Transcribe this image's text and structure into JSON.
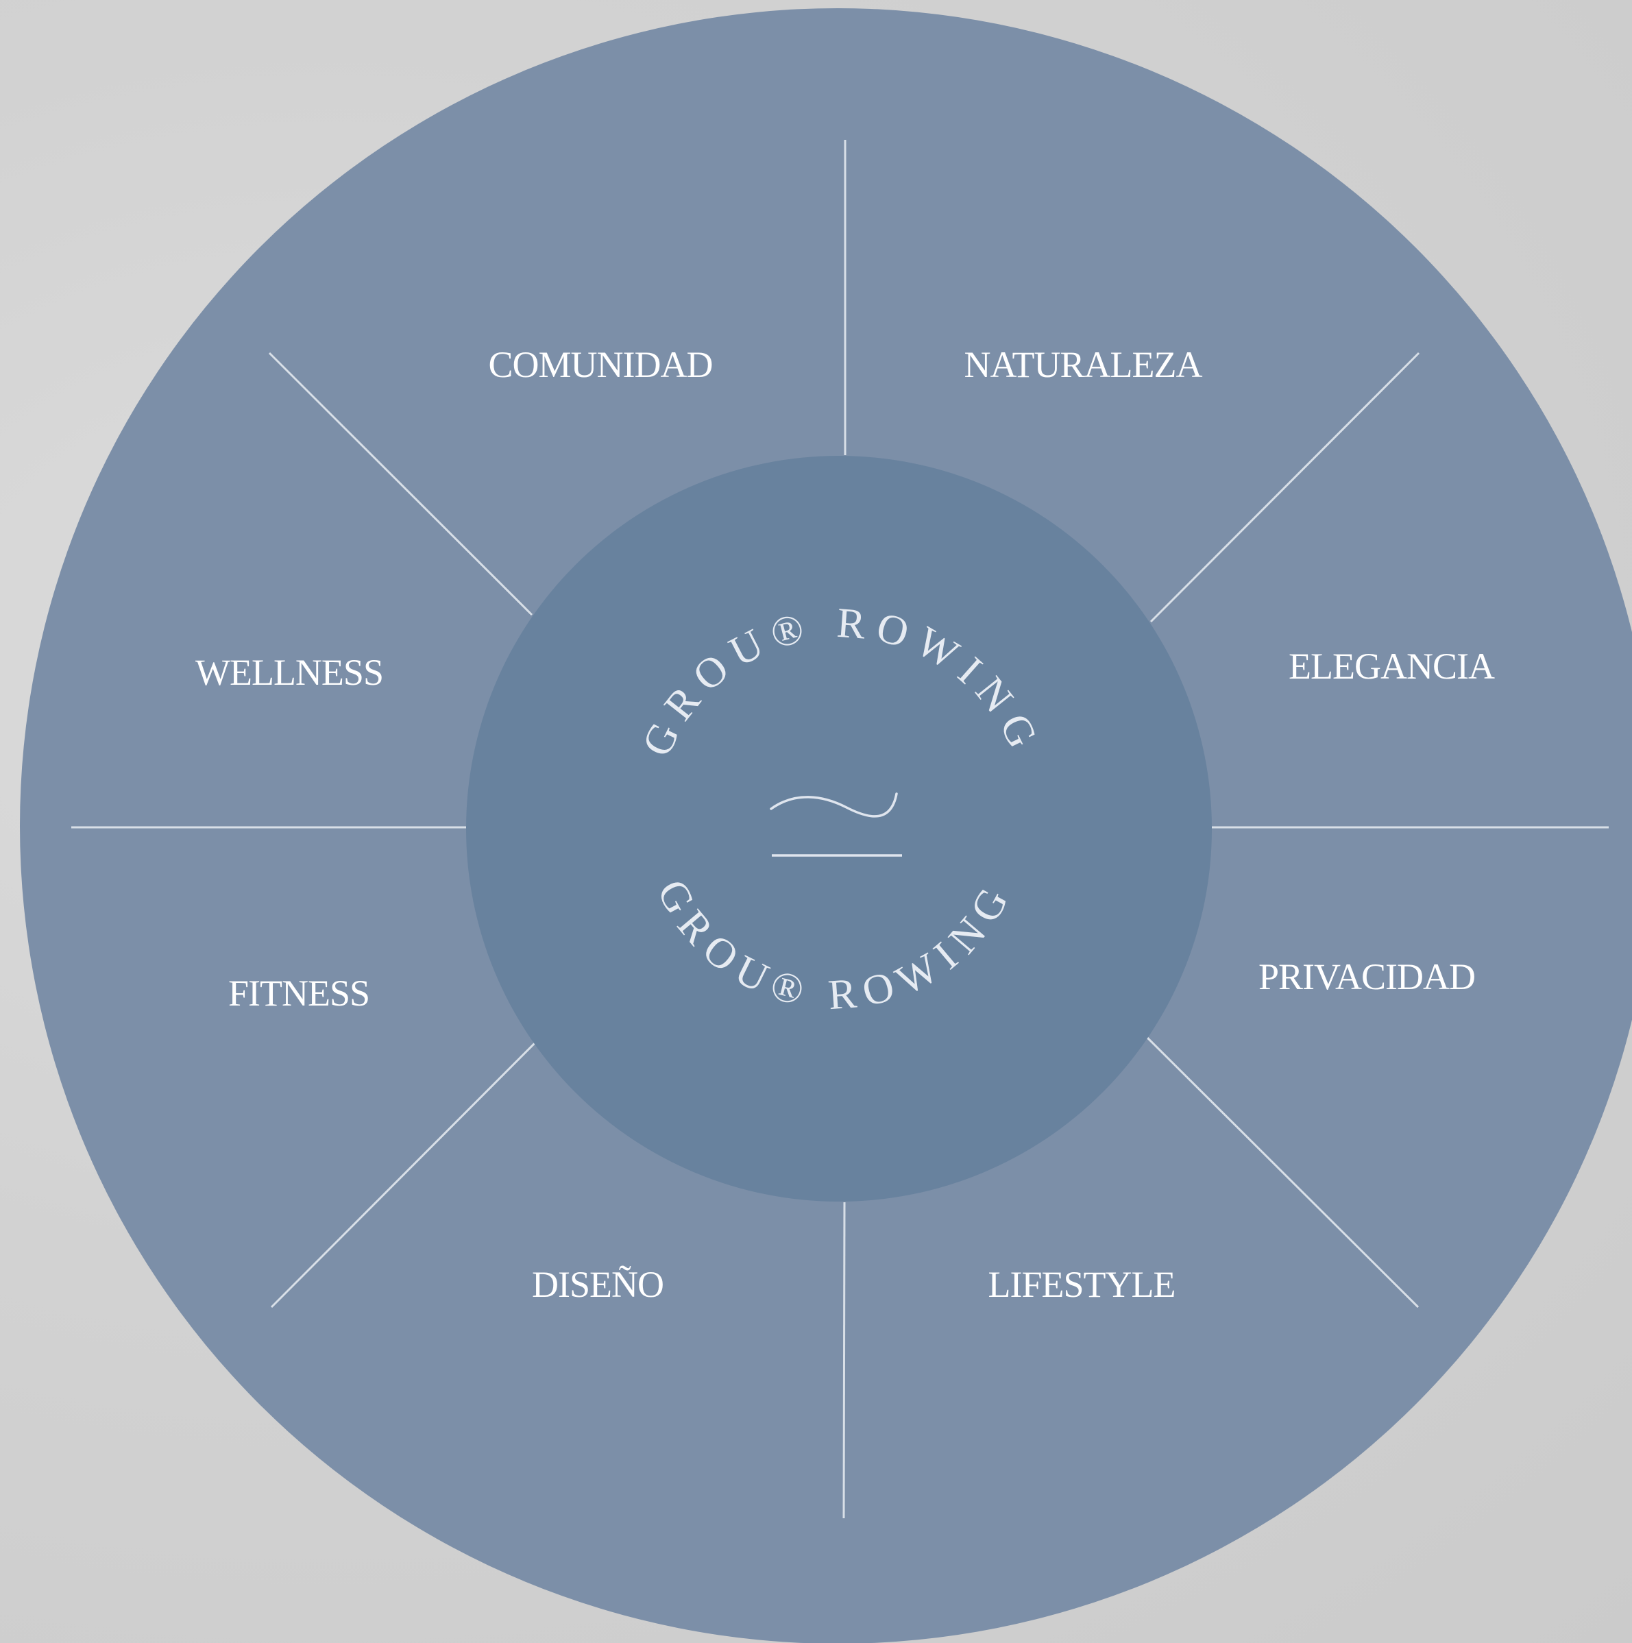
{
  "diagram": {
    "segments": [
      {
        "label": "COMUNIDAD"
      },
      {
        "label": "NATURALEZA"
      },
      {
        "label": "ELEGANCIA"
      },
      {
        "label": "PRIVACIDAD"
      },
      {
        "label": "LIFESTYLE"
      },
      {
        "label": "DISEÑO"
      },
      {
        "label": "FITNESS"
      },
      {
        "label": "WELLNESS"
      }
    ],
    "center": {
      "brand_top": "GROU® ROWING",
      "brand_bottom": "GROU® ROWING",
      "logo_icon": "wave-over-line-icon"
    },
    "colors": {
      "outer_disc": "#7c8fa8",
      "inner_disc": "#68829e",
      "background": "#d2d2d2",
      "text": "#ffffff"
    }
  }
}
